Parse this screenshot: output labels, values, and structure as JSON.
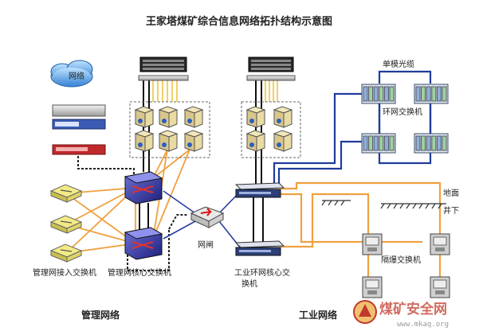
{
  "title": "王家塔煤矿综合信息网络拓扑结构示意图",
  "cloud_label": "网络",
  "labels": {
    "single_mode_fiber": "单模光缆",
    "ring_switch": "环网交换机",
    "ground": "地面",
    "underground": "井下",
    "gateway": "网闸",
    "mgmt_access_switch": "管理网接入交换机",
    "mgmt_core_switch": "管理网核心交换机",
    "industrial_core_switch_line1": "工业环网核心交",
    "industrial_core_switch_line2": "换机",
    "explosion_proof_switch": "隔爆交换机",
    "mgmt_network": "管理网络",
    "industrial_network": "工业网络"
  },
  "watermark": {
    "text": "煤矿安全网",
    "url": "www.mkaq.org"
  },
  "colors": {
    "orange_link": "#f0a040",
    "blue_link": "#1f3c9a",
    "black_link": "#111111",
    "dashed_link": "#222222",
    "gateway_link": "#2a3fa0",
    "watermark": "#c0392b"
  },
  "icons": {
    "cloud": "cloud-icon",
    "firewall": "firewall-icon",
    "storage": "storage-array-icon",
    "server": "server-icon",
    "switch": "switch-icon",
    "core_switch": "core-switch-icon",
    "ring_switch": "ring-switch-icon",
    "explosion_switch": "explosion-proof-switch-icon",
    "gateway": "gateway-icon"
  }
}
